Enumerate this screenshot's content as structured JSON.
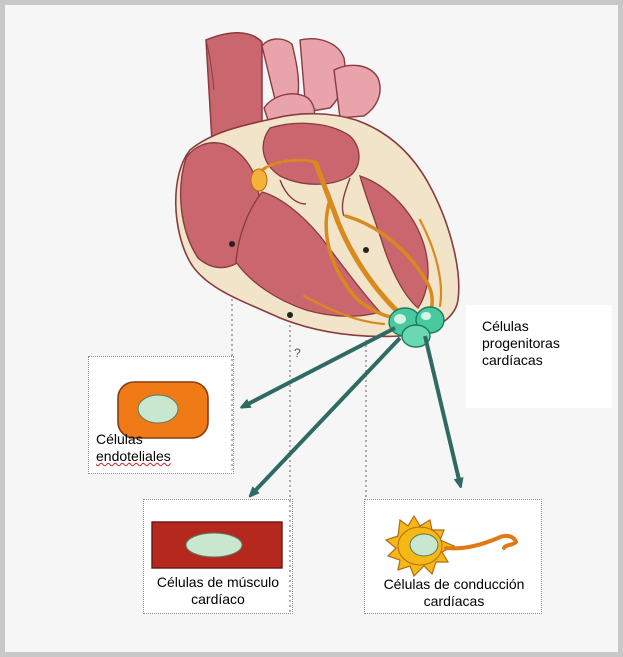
{
  "labels": {
    "progenitor_line1": "Células",
    "progenitor_line2": "progenitoras",
    "progenitor_line3": "cardíacas",
    "endothelial_line1": "Células",
    "endothelial_line2": "endoteliales",
    "muscle_line1": "Células de músculo",
    "muscle_line2": "cardíaco",
    "conduction_line1": "Células de conducción",
    "conduction_line2": "cardíacas",
    "question_mark": "?"
  },
  "colors": {
    "frame_border": "#c8c8c8",
    "background": "#f6f6f6",
    "heart_wall": "#c9666e",
    "heart_light": "#e8a3ab",
    "heart_tissue": "#f1e4c8",
    "conduction_path": "#d98a1e",
    "progenitor_cells": "#48c9a0",
    "arrow": "#2f6b63",
    "endothelial_cell": "#f07a16",
    "muscle_cell": "#b5281e",
    "conduction_cell": "#f6b814",
    "nucleus": "#c9e6cf"
  },
  "icons": {
    "heart": "heart-illustration",
    "endothelial": "endothelial-cell-icon",
    "muscle": "muscle-cell-icon",
    "conduction": "conduction-cell-icon",
    "progenitor": "progenitor-cells-icon"
  }
}
